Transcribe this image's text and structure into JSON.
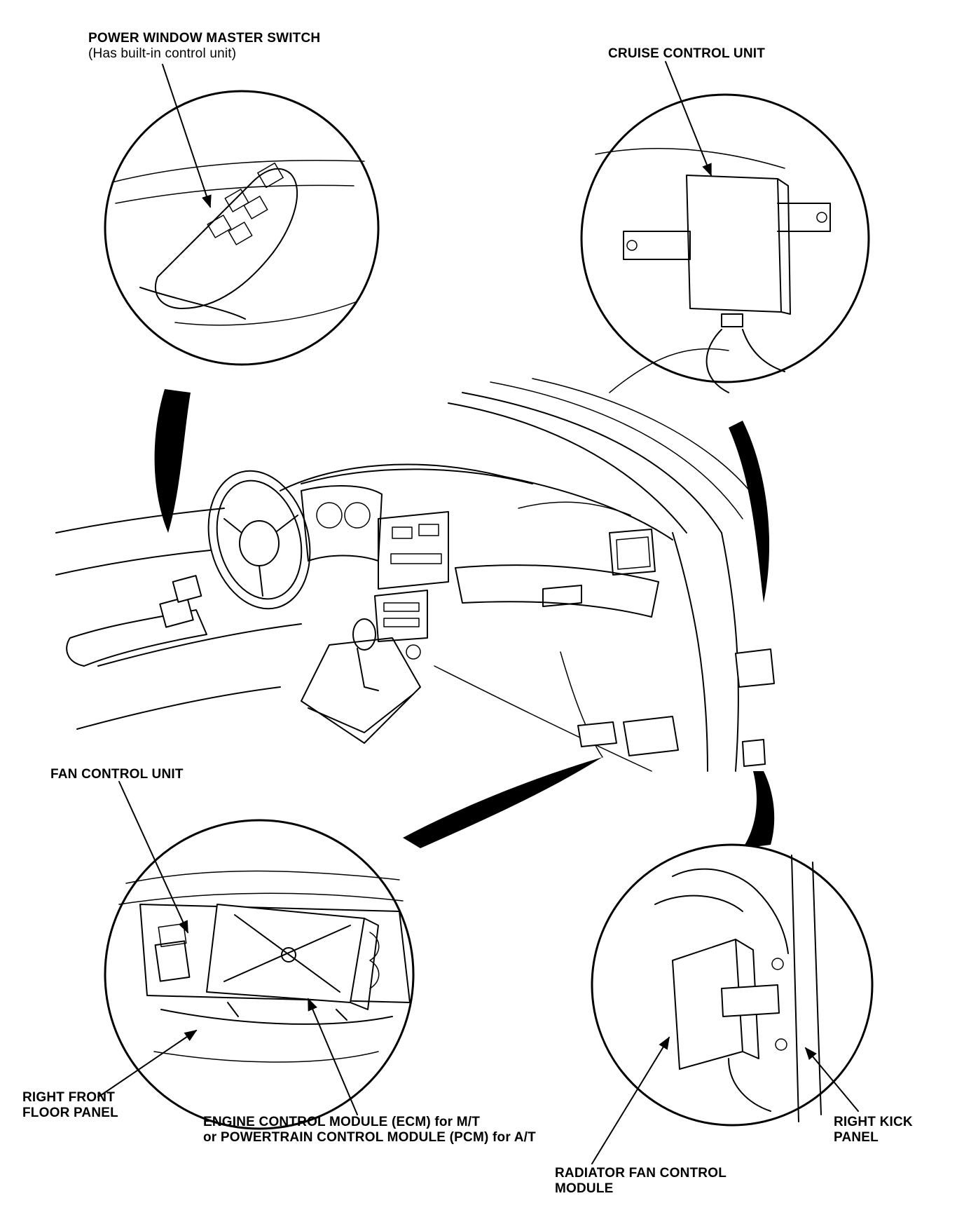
{
  "labels": {
    "power_window_title": "POWER WINDOW MASTER SWITCH",
    "power_window_sub": "(Has built-in control unit)",
    "cruise_control": "CRUISE CONTROL UNIT",
    "fan_control": "FAN CONTROL UNIT",
    "right_front_floor_1": "RIGHT FRONT",
    "right_front_floor_2": "FLOOR PANEL",
    "ecm_1": "ENGINE CONTROL MODULE (ECM) for M/T",
    "ecm_2": "or POWERTRAIN CONTROL MODULE (PCM) for A/T",
    "right_kick_1": "RIGHT KICK",
    "right_kick_2": "PANEL",
    "radiator_fan_1": "RADIATOR FAN CONTROL",
    "radiator_fan_2": "MODULE"
  }
}
